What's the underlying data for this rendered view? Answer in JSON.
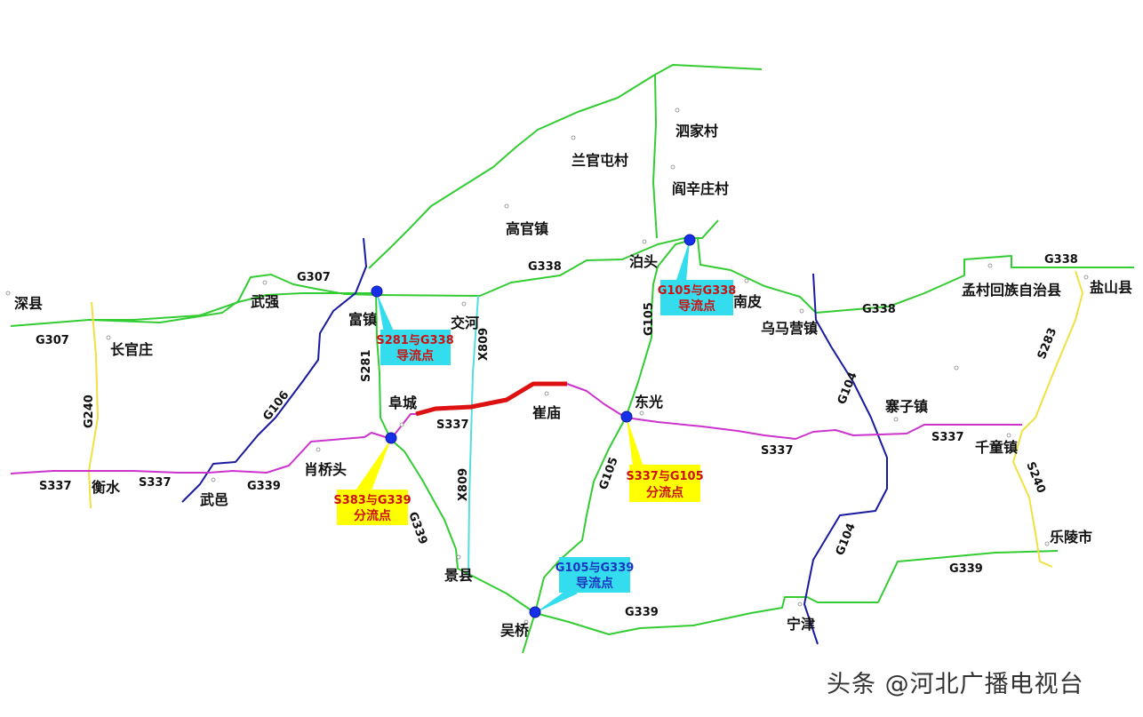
{
  "colors": {
    "national_road": "#33cc33",
    "g106_g104": "#1a1aa0",
    "provincial_s337": "#cc33cc",
    "provincial_s240_s283": "#f0e040",
    "x809": "#55dddd",
    "closed_segment": "#dd1111",
    "callout_cyan": "#33ddee",
    "callout_yellow": "#ffff00",
    "callout_text_blue": "#1a35c0",
    "callout_text_red": "#cc1111",
    "hub_point": "#1530e8"
  },
  "places": {
    "shenxian": "深县",
    "changguanzhuang": "长官庄",
    "hengshui": "衡水",
    "wuqiang": "武强",
    "fuzhen": "富镇",
    "jiaohe": "交河",
    "fucheng": "阜城",
    "xiaoqiaotou": "肖桥头",
    "wuyi": "武邑",
    "jingxian": "景县",
    "wuqiao": "吴桥",
    "cuimiao": "崔庙",
    "dongguang": "东光",
    "bozhou": "泊头",
    "nanpi": "南皮",
    "wumaying": "乌马营镇",
    "gaoguan": "高官镇",
    "languantun": "兰官屯村",
    "sijiacun": "泗家村",
    "yanxinzhuang": "阎辛庄村",
    "mengcun": "孟村回族自治县",
    "yanshan": "盐山县",
    "zhaizi": "寨子镇",
    "qiantong": "千童镇",
    "laoling": "乐陵市",
    "ningjin": "宁津"
  },
  "roads": {
    "g307_west": "G307",
    "g307_north": "G307",
    "g240": "G240",
    "g106": "G106",
    "s281": "S281",
    "x809_north": "X809",
    "x809_south": "X809",
    "g338_mid": "G338",
    "g338_east": "G338",
    "g338_far": "G338",
    "g105_north": "G105",
    "g105_south": "G105",
    "g104_north": "G104",
    "g104_south": "G104",
    "s337_west": "S337",
    "s337_mid1": "S337",
    "s337_mid2": "S337",
    "s337_east1": "S337",
    "s337_east2": "S337",
    "g339_west": "G339",
    "g339_fucheng": "G339",
    "g339_wuqiao": "G339",
    "g339_east": "G339",
    "s283": "S283",
    "s240": "S240"
  },
  "callouts": {
    "fuzhen": {
      "line1": "S281与G338",
      "line2": "导流点"
    },
    "bozhou": {
      "line1": "G105与G338",
      "line2": "导流点"
    },
    "fucheng": {
      "line1": "S383与G339",
      "line2": "分流点"
    },
    "dongguang": {
      "line1": "S337与G105",
      "line2": "分流点"
    },
    "wuqiao": {
      "line1": "G105与G339",
      "line2": "导流点"
    }
  },
  "watermark": "头条 @河北广播电视台"
}
